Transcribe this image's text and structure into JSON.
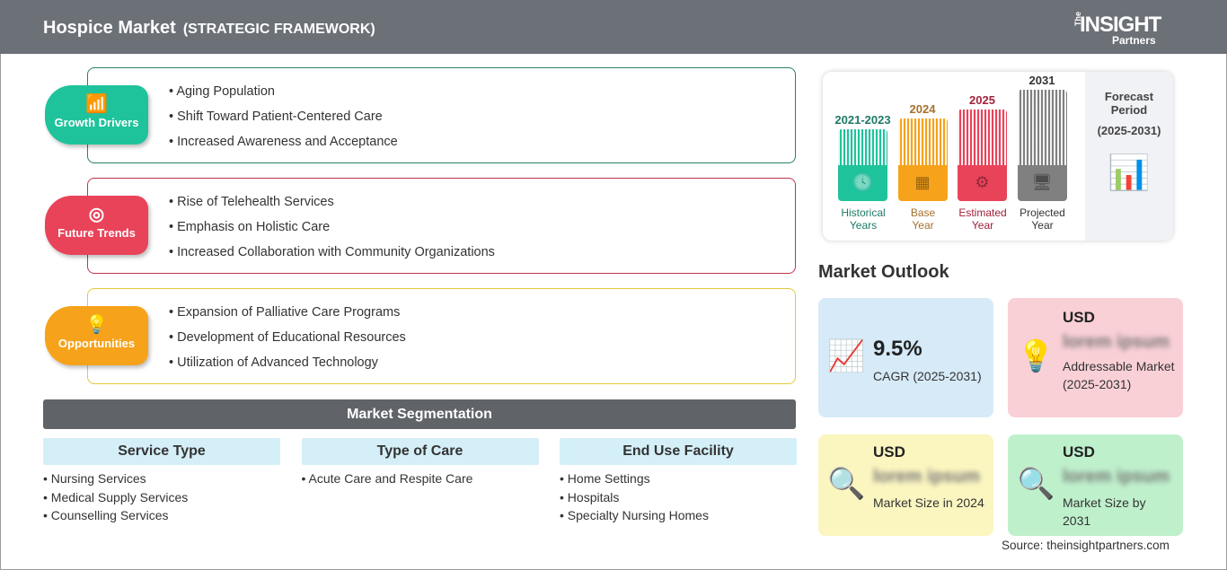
{
  "header": {
    "title": "Hospice Market",
    "subtitle": "(STRATEGIC FRAMEWORK)",
    "logo": "The INSIGHT Partners"
  },
  "framework": [
    {
      "label": "Growth Drivers",
      "icon": "growth-chart-icon",
      "color": "#1fc39b",
      "border": "#2a7f6a",
      "items": [
        "Aging Population",
        "Shift Toward Patient-Centered Care",
        "Increased Awareness and Acceptance"
      ]
    },
    {
      "label": "Future Trends",
      "icon": "target-icon",
      "color": "#e9435a",
      "border": "#c0354b",
      "items": [
        "Rise of Telehealth Services",
        "Emphasis on Holistic Care",
        "Increased Collaboration with Community Organizations"
      ]
    },
    {
      "label": "Opportunities",
      "icon": "lightbulb-hand-icon",
      "color": "#f7a21b",
      "border": "#e5c93a",
      "items": [
        "Expansion of Palliative Care Programs",
        "Development of Educational Resources",
        "Utilization of Advanced Technology"
      ]
    }
  ],
  "segmentation": {
    "title": "Market Segmentation",
    "columns": [
      {
        "header": "Service Type",
        "items": [
          "Nursing Services",
          "Medical Supply Services",
          "Counselling Services"
        ]
      },
      {
        "header": "Type of Care",
        "items": [
          "Acute Care and Respite Care"
        ]
      },
      {
        "header": "End Use Facility",
        "items": [
          "Home Settings",
          "Hospitals",
          "Specialty Nursing Homes"
        ]
      }
    ]
  },
  "timeline": {
    "bars": [
      {
        "year": "2021-2023",
        "label1": "Historical",
        "label2": "Years",
        "color": "#1fc39b",
        "text": "#1e7a66",
        "icon": "history-clock-icon"
      },
      {
        "year": "2024",
        "label1": "Base",
        "label2": "Year",
        "color": "#f7a21b",
        "text": "#a5702a",
        "icon": "calendar-icon"
      },
      {
        "year": "2025",
        "label1": "Estimated",
        "label2": "Year",
        "color": "#e9435a",
        "text": "#a3213a",
        "icon": "estimate-monitor-icon"
      },
      {
        "year": "2031",
        "label1": "Projected",
        "label2": "Year",
        "color": "#808080",
        "text": "#333333",
        "icon": "projection-board-icon"
      }
    ],
    "forecast_title1": "Forecast",
    "forecast_title2": "Period",
    "forecast_range": "(2025-2031)"
  },
  "outlook": {
    "title": "Market Outlook",
    "cagr": {
      "value": "9.5%",
      "label": "CAGR (2025-2031)",
      "color": "#d6eaf8"
    },
    "addressable": {
      "currency": "USD",
      "value": "lorem ipsum",
      "label": "Addressable Market (2025-2031)",
      "color": "#f9d0d6"
    },
    "size2024": {
      "currency": "USD",
      "value": "lorem ipsum",
      "label": "Market Size in 2024",
      "color": "#fbf6c0"
    },
    "size2031": {
      "currency": "USD",
      "value": "lorem ipsum",
      "label": "Market Size by 2031",
      "color": "#bff0cc"
    }
  },
  "source": "Source: theinsightpartners.com"
}
